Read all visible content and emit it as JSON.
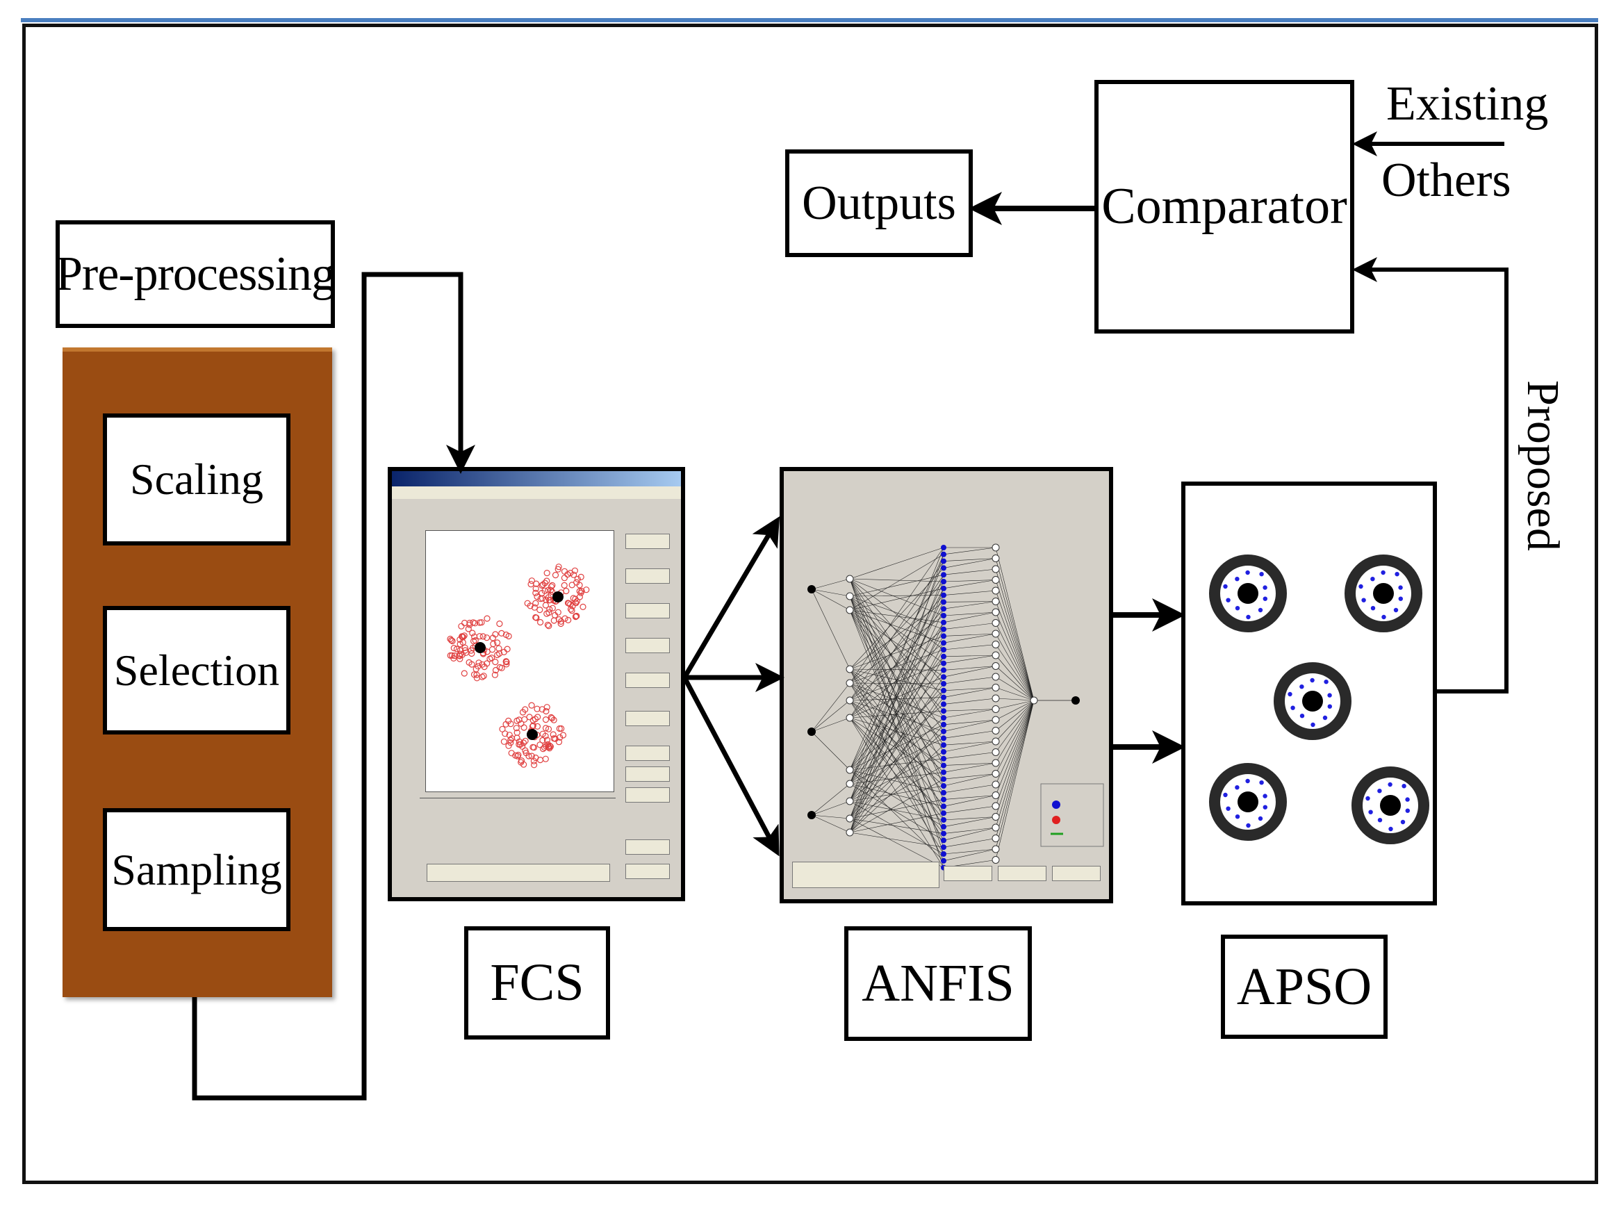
{
  "diagram": {
    "preprocessing": {
      "title": "Pre-processing",
      "steps": [
        "Scaling",
        "Selection",
        "Sampling"
      ]
    },
    "stages": {
      "fcs": "FCS",
      "anfis": "ANFIS",
      "apso": "APSO"
    },
    "comparator": "Comparator",
    "outputs": "Outputs",
    "existing_label": "Existing",
    "others_label": "Others",
    "proposed_label": "Proposed"
  },
  "colors": {
    "preprocessing_panel": "#9a4c12",
    "frame_top_line": "#4a7fc0",
    "cluster_points": "#e04040",
    "anfis_rule_nodes": "#1010d0",
    "particles": "#2020e0"
  },
  "icons": {
    "fcs_screenshot": "clustering-window-screenshot",
    "anfis_screenshot": "anfis-model-structure-screenshot",
    "apso_swarm": "particle-swarm-illustration"
  }
}
